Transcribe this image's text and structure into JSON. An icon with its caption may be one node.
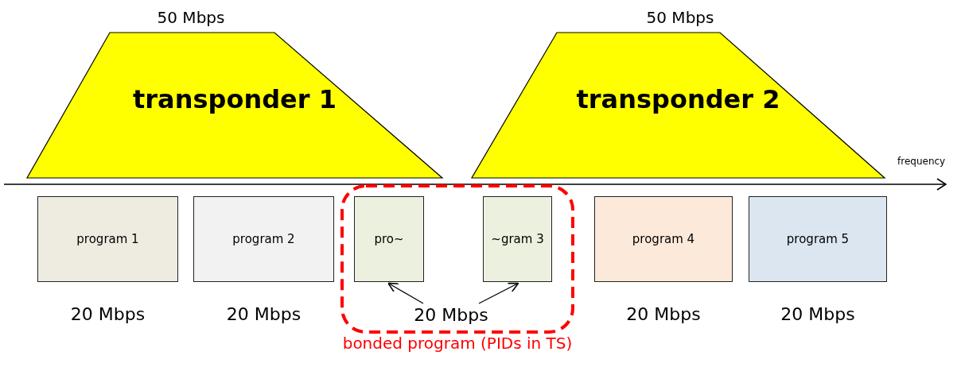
{
  "diagram": {
    "nodes": [
      {
        "text": [
          "transponder 1"
        ],
        "beside": [
          "50 Mbps"
        ]
      },
      {
        "text": [
          "transponder 2"
        ],
        "beside": [
          "50 Mbps"
        ]
      },
      {
        "text": [
          "program 1"
        ],
        "beside": [
          "20 Mbps"
        ]
      },
      {
        "text": [
          "program 2"
        ],
        "beside": [
          "20 Mbps"
        ]
      },
      {
        "text": [
          "bonded program (PIDs in TS)"
        ]
      },
      {
        "text": [
          "pro~"
        ],
        "in": 4
      },
      {
        "text": [
          "~gram 3"
        ],
        "in": 4
      },
      {
        "text": [
          "20 Mbps"
        ],
        "in": 4
      },
      {
        "text": [
          "program 4"
        ],
        "beside": [
          "20 Mbps"
        ]
      },
      {
        "text": [
          "program 5"
        ],
        "beside": [
          "20 Mbps"
        ]
      }
    ],
    "edges": [
      {
        "from": 7,
        "to": 5,
        "arrow": "to"
      },
      {
        "from": 7,
        "to": 6,
        "arrow": "to"
      }
    ],
    "labels": [
      "frequency"
    ]
  }
}
